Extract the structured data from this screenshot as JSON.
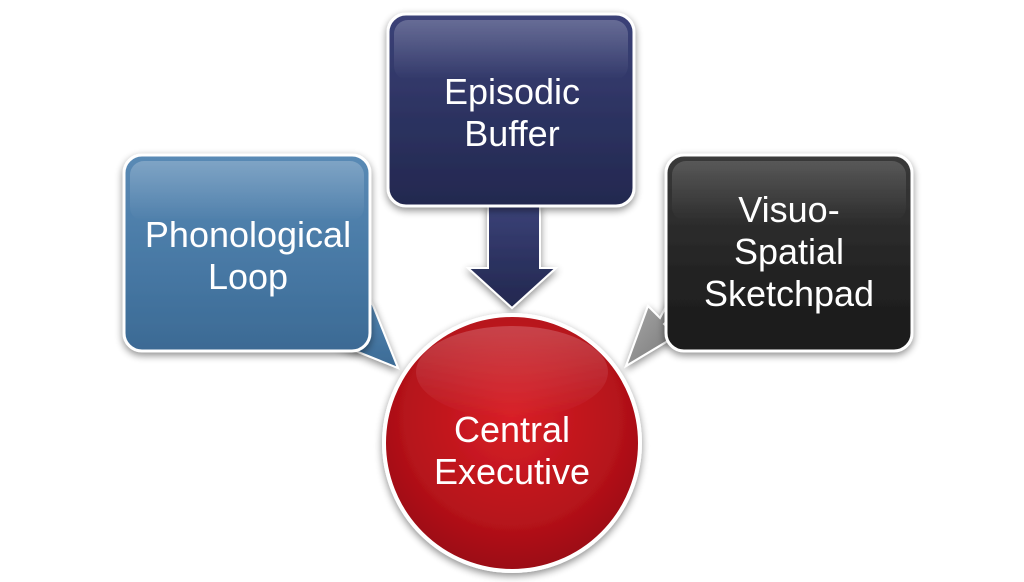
{
  "diagram": {
    "nodes": {
      "episodic_buffer": {
        "line1": "Episodic",
        "line2": "Buffer",
        "color": "#2e3462"
      },
      "phonological_loop": {
        "line1": "Phonological",
        "line2": "Loop",
        "color": "#4a7aa6"
      },
      "visuo_spatial": {
        "line1": "Visuo-",
        "line2": "Spatial",
        "line3": "Sketchpad",
        "color": "#262626"
      },
      "central_executive": {
        "line1": "Central",
        "line2": "Executive",
        "color": "#c0141b"
      }
    },
    "arrows": {
      "episodic_color": "#2e3462",
      "phonological_color": "#4a7aa6",
      "visuo_color": "#8c8c8c"
    }
  }
}
